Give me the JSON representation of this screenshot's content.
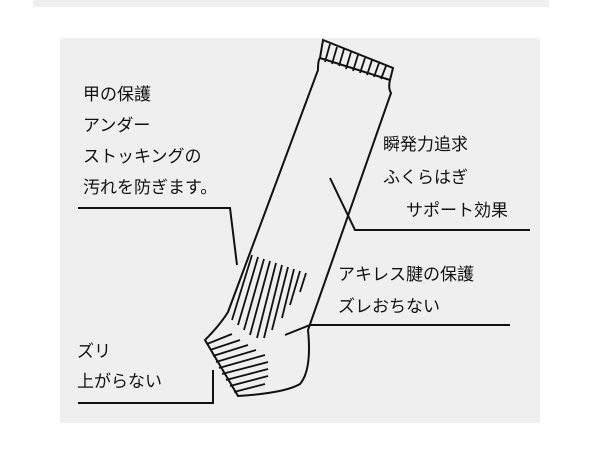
{
  "labels": {
    "toe_protection": [
      "甲の保護",
      "アンダー",
      "ストッキングの",
      "汚れを防ぎます。"
    ],
    "calf_support": [
      "瞬発力追求",
      "ふくらはぎ",
      "サポート効果"
    ],
    "achilles": [
      "アキレス腱の保護",
      "ズレおちない"
    ],
    "no_slip": [
      "ズリ",
      "上がらない"
    ]
  },
  "colors": {
    "panel": "#efefef",
    "ink": "#111111"
  }
}
